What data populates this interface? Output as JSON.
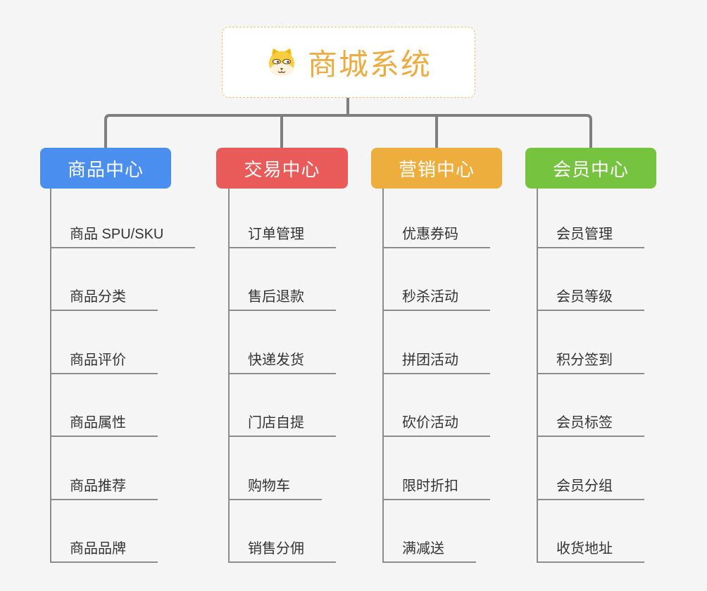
{
  "canvas": {
    "background": "#f5f5f5",
    "connector_color": "#7f7f7f"
  },
  "root": {
    "title": "商城系统",
    "title_color": "#eeab40",
    "border_color": "#f0c070",
    "icon": "shiba-dog-icon"
  },
  "branches": [
    {
      "label": "商品中心",
      "color": "#4a8ff0",
      "items": [
        "商品 SPU/SKU",
        "商品分类",
        "商品评价",
        "商品属性",
        "商品推荐",
        "商品品牌"
      ]
    },
    {
      "label": "交易中心",
      "color": "#e95b58",
      "items": [
        "订单管理",
        "售后退款",
        "快递发货",
        "门店自提",
        "购物车",
        "销售分佣"
      ]
    },
    {
      "label": "营销中心",
      "color": "#edae3d",
      "items": [
        "优惠券码",
        "秒杀活动",
        "拼团活动",
        "砍价活动",
        "限时折扣",
        "满减送"
      ]
    },
    {
      "label": "会员中心",
      "color": "#76c33f",
      "items": [
        "会员管理",
        "会员等级",
        "积分签到",
        "会员标签",
        "会员分组",
        "收货地址"
      ]
    }
  ]
}
